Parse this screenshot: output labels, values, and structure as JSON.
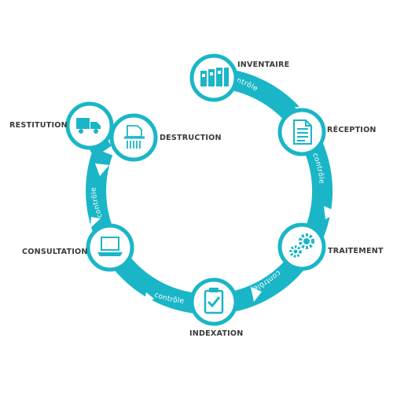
{
  "colors": {
    "accent": "#1ab6c7",
    "ring_dark": "#1596a6",
    "node_fill": "#ffffff",
    "text": "#3a3a3a"
  },
  "stages": {
    "inventaire": {
      "label": "INVENTAIRE",
      "icon": "binders-icon"
    },
    "reception": {
      "label": "RÉCEPTION",
      "icon": "document-icon"
    },
    "traitement": {
      "label": "TRAITEMENT",
      "icon": "gears-icon"
    },
    "indexation": {
      "label": "INDEXATION",
      "icon": "clipboard-check-icon"
    },
    "consultation": {
      "label": "CONSULTATION",
      "icon": "laptop-icon"
    },
    "restitution": {
      "label": "RESTITUTION",
      "icon": "truck-icon"
    },
    "destruction": {
      "label": "DESTRUCTION",
      "icon": "shredder-icon"
    }
  },
  "controls": {
    "c1": "contrôle",
    "c2": "contrôle",
    "c3": "contrôle",
    "c4": "contrôle",
    "c5": "contrôle"
  }
}
